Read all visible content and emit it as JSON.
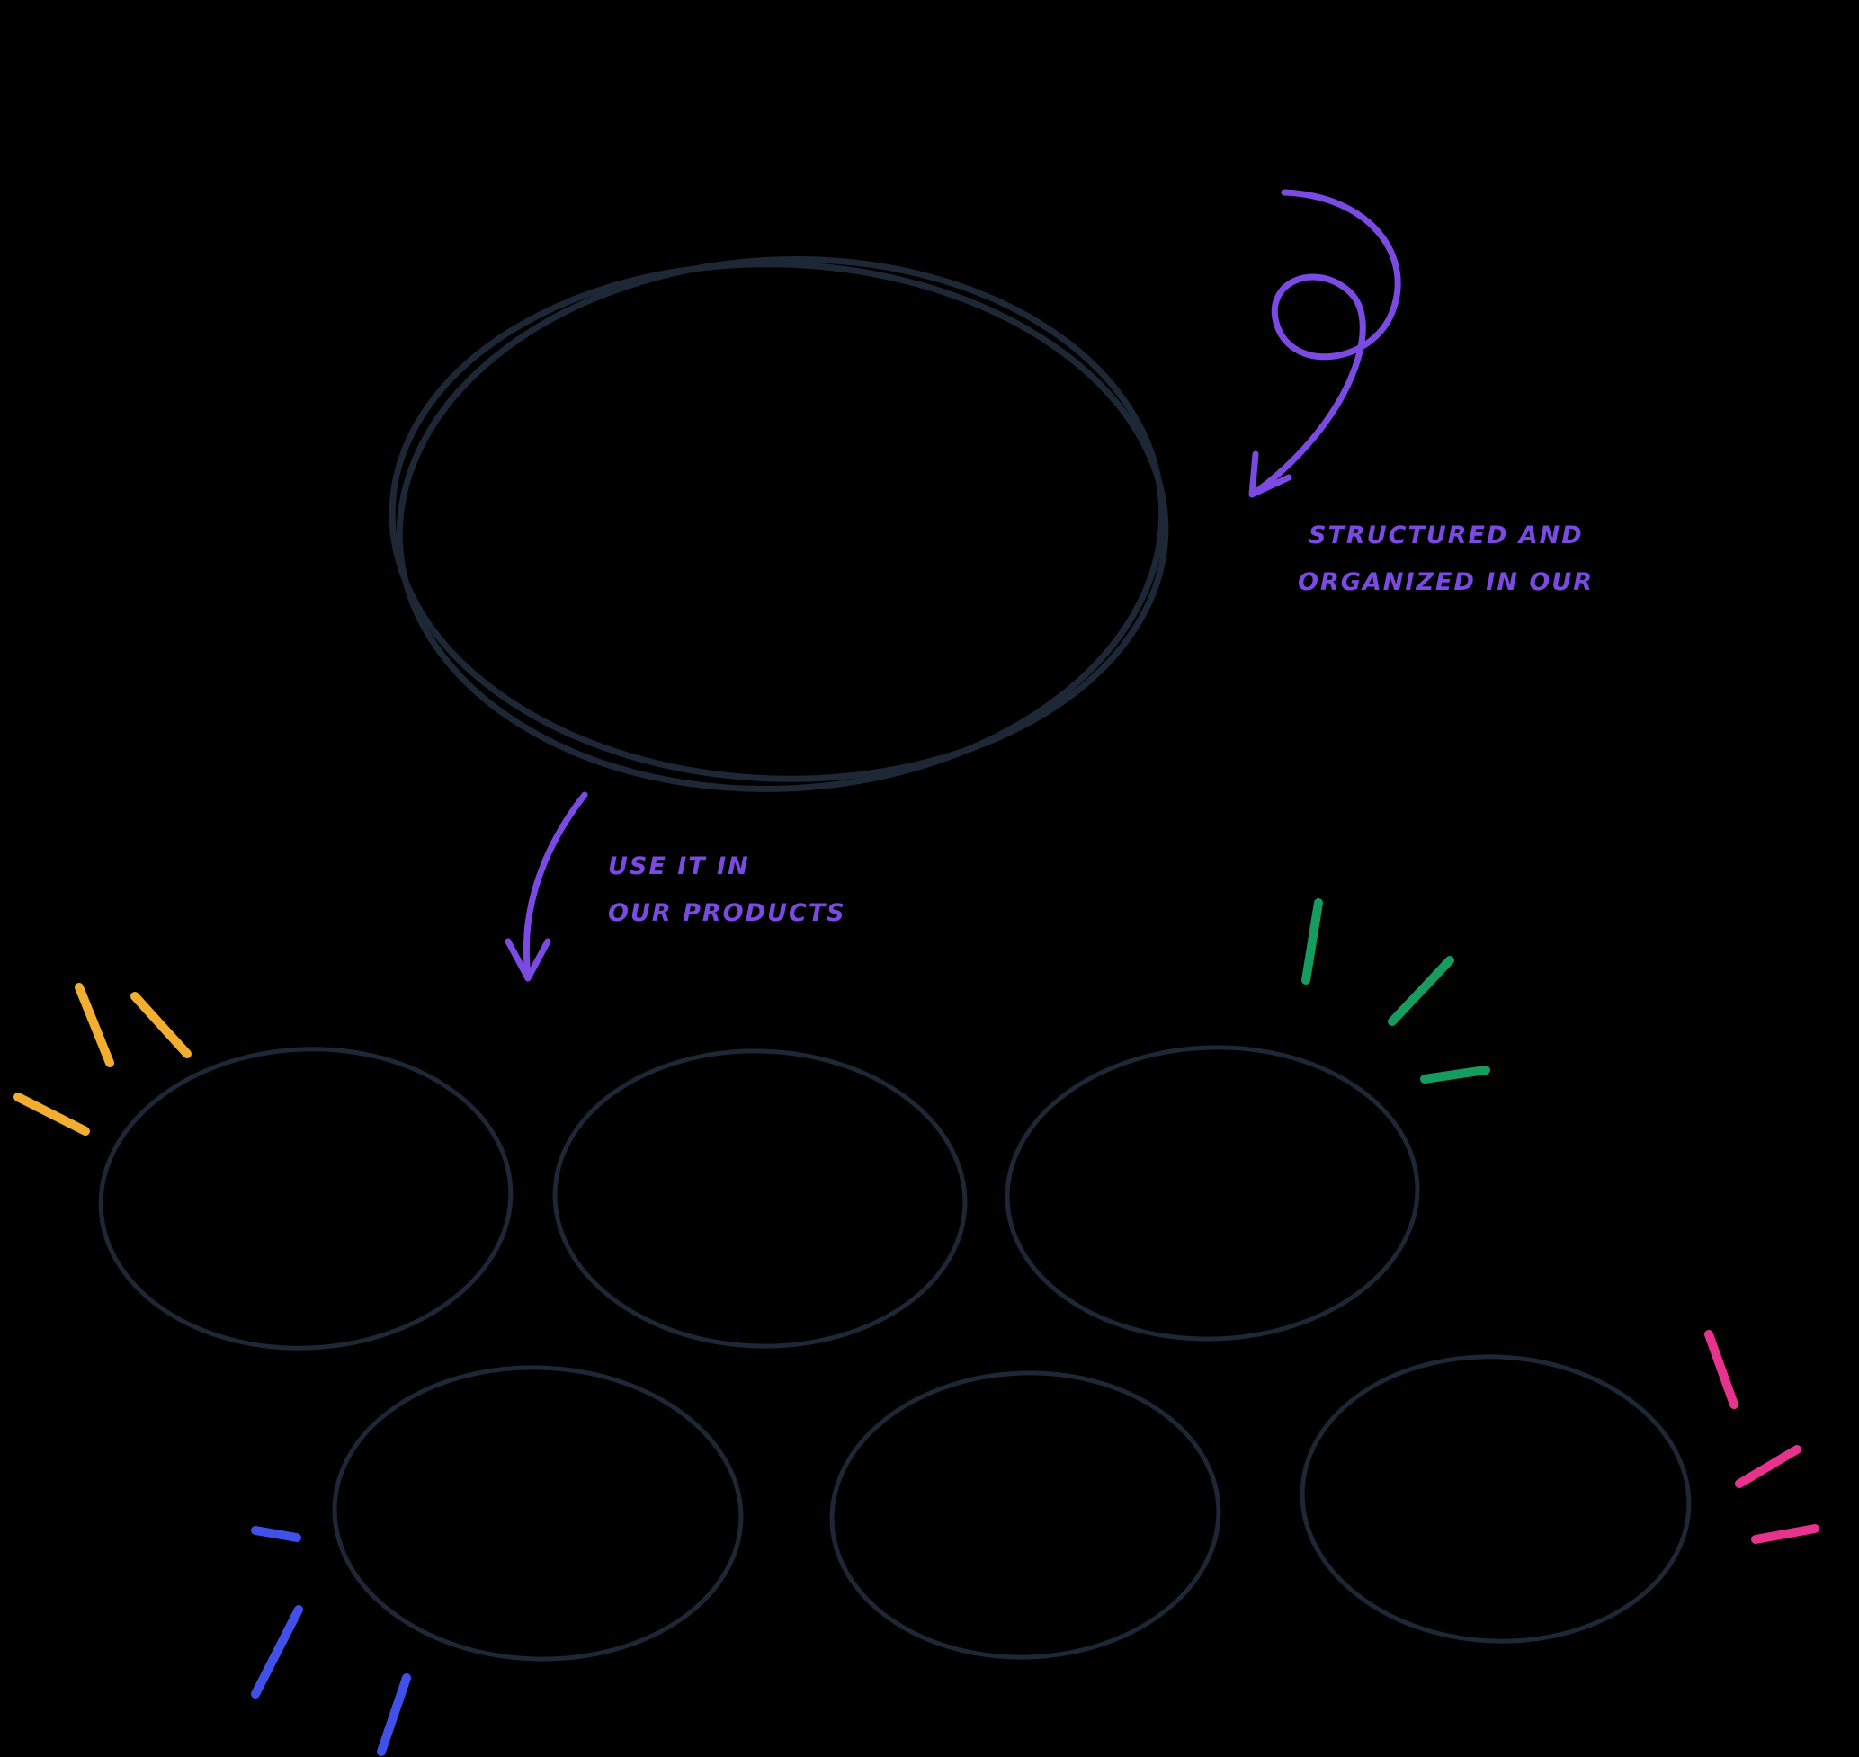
{
  "canvas": {
    "background": "#000000",
    "shape_stroke": "#1d2736",
    "sub_ellipse_count": 6
  },
  "colors": {
    "annotation_purple": "#7b4ae2",
    "spark_yellow": "#f2ae30",
    "spark_green": "#169c5f",
    "spark_pink": "#e8338e",
    "spark_blue": "#4150e8"
  },
  "annotations": {
    "structured": {
      "line1": "STRUCTURED AND",
      "line2": "ORGANIZED IN OUR"
    },
    "use_it": {
      "line1": "USE IT IN",
      "line2": "OUR PRODUCTS"
    }
  },
  "icons": {
    "curly_arrow": "curly-arrow-icon",
    "down_arrow": "curved-down-arrow-icon",
    "sparkles": [
      "yellow-sparkle-rays",
      "green-sparkle-rays",
      "pink-sparkle-rays",
      "blue-sparkle-rays"
    ]
  }
}
